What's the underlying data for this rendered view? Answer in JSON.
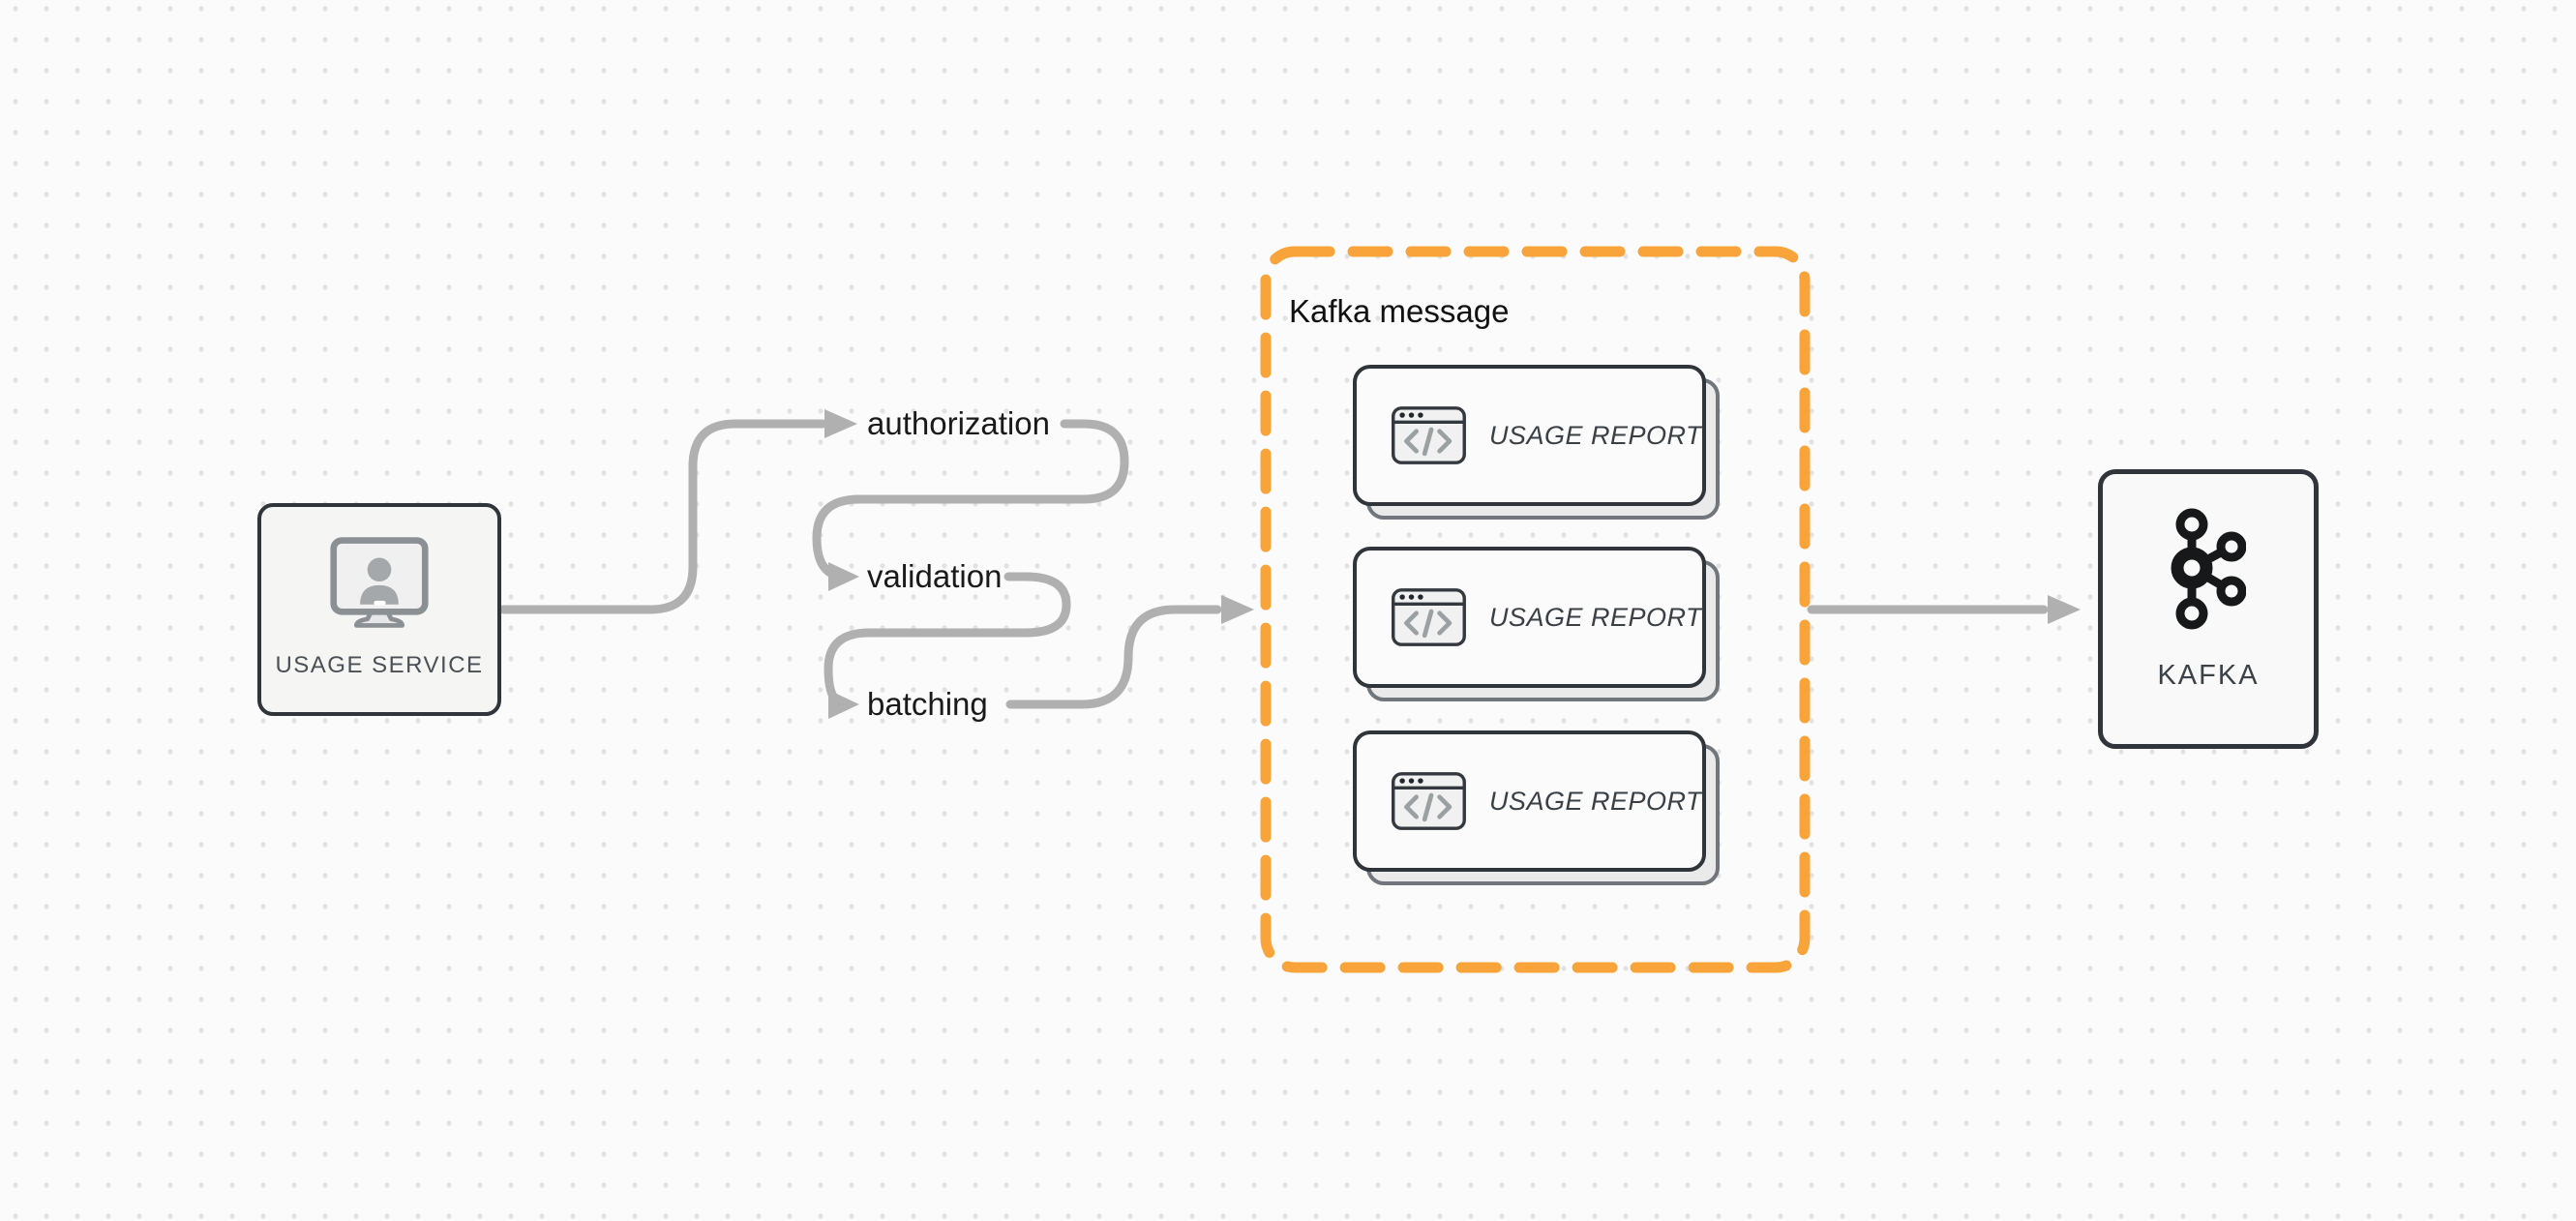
{
  "usage_service": {
    "label": "USAGE SERVICE",
    "icon": "monitor-user-icon"
  },
  "pipeline_steps": [
    {
      "label": "authorization"
    },
    {
      "label": "validation"
    },
    {
      "label": "batching"
    }
  ],
  "kafka_message_group": {
    "title": "Kafka message",
    "border_color": "#F9A43A",
    "cards": [
      {
        "label": "USAGE REPORT",
        "icon": "code-window-icon"
      },
      {
        "label": "USAGE REPORT",
        "icon": "code-window-icon"
      },
      {
        "label": "USAGE REPORT",
        "icon": "code-window-icon"
      }
    ]
  },
  "kafka": {
    "label": "KAFKA",
    "icon": "kafka-logo-icon"
  },
  "colors": {
    "background": "#FBFBFB",
    "dot_grid": "#E2E2E2",
    "connector": "#B0B0B0",
    "node_border": "#2F353A",
    "accent_orange": "#F9A43A"
  }
}
